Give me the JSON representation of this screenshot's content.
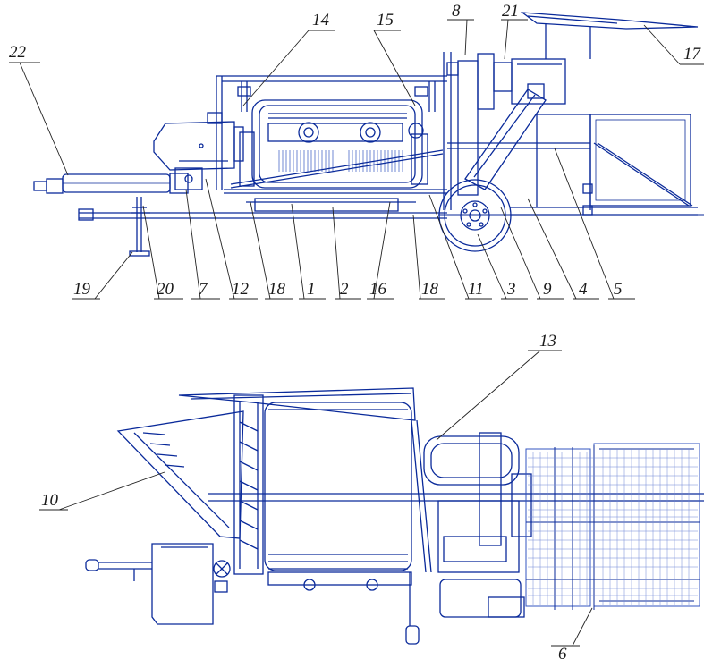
{
  "colors": {
    "line": "#0a2a9a",
    "line_light": "#4e6ad0",
    "leader": "#222222",
    "label": "#1a1a1a",
    "background": "#ffffff"
  },
  "side_view": {
    "callouts": [
      "22",
      "14",
      "15",
      "8",
      "21",
      "17",
      "19",
      "20",
      "7",
      "12",
      "18",
      "1",
      "2",
      "16",
      "18",
      "11",
      "3",
      "9",
      "4",
      "5"
    ]
  },
  "top_view": {
    "callouts": [
      "13",
      "10",
      "6"
    ]
  }
}
